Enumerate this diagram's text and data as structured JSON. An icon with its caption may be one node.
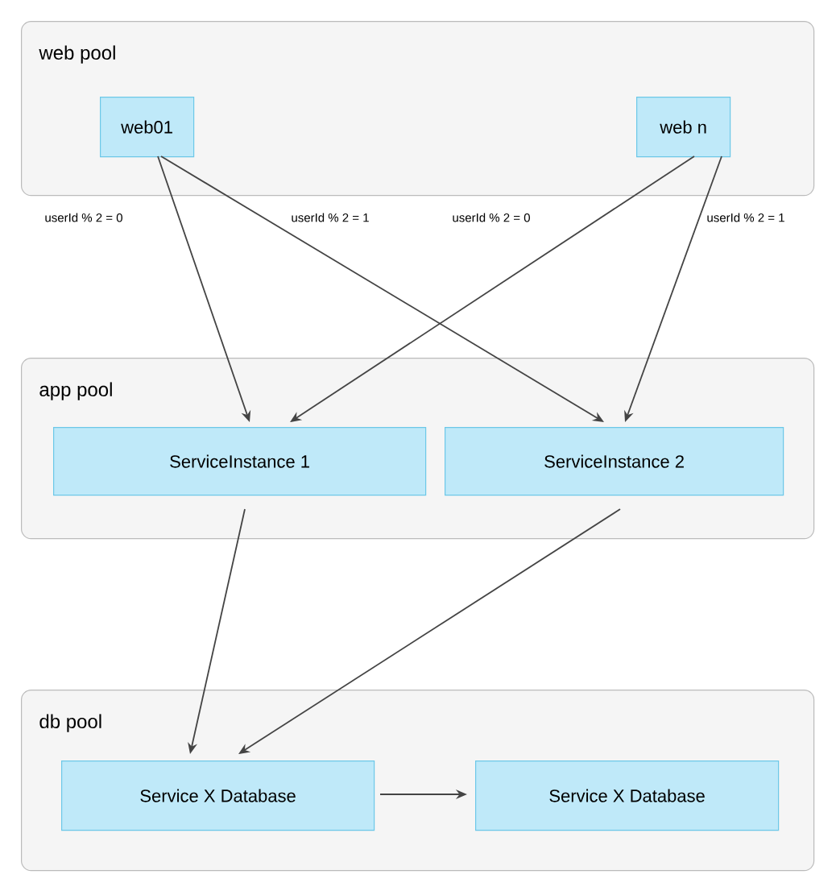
{
  "diagram": {
    "nodes": [
      {
        "text": [
          "web pool"
        ]
      },
      {
        "text": [
          "web01"
        ],
        "in": 0
      },
      {
        "text": [
          "web n"
        ],
        "in": 0
      },
      {
        "text": [
          "app pool"
        ]
      },
      {
        "text": [
          "ServiceInstance 1"
        ],
        "in": 3
      },
      {
        "text": [
          "ServiceInstance 2"
        ],
        "in": 3
      },
      {
        "text": [
          "db pool"
        ]
      },
      {
        "text": [
          "Service X Database"
        ],
        "in": 6
      },
      {
        "text": [
          "Service X Database"
        ],
        "in": 6
      }
    ],
    "edges": [
      {
        "from": 1,
        "to": 4,
        "arrow": "to",
        "label": "userId % 2 = 0"
      },
      {
        "from": 1,
        "to": 5,
        "arrow": "to",
        "label": "userId % 2 = 1"
      },
      {
        "from": 2,
        "to": 4,
        "arrow": "to",
        "label": "userId % 2 = 0"
      },
      {
        "from": 2,
        "to": 5,
        "arrow": "to",
        "label": "userId % 2 = 1"
      },
      {
        "from": 4,
        "to": 7,
        "arrow": "to"
      },
      {
        "from": 5,
        "to": 7,
        "arrow": "to"
      },
      {
        "from": 7,
        "to": 8,
        "arrow": "to"
      }
    ]
  }
}
